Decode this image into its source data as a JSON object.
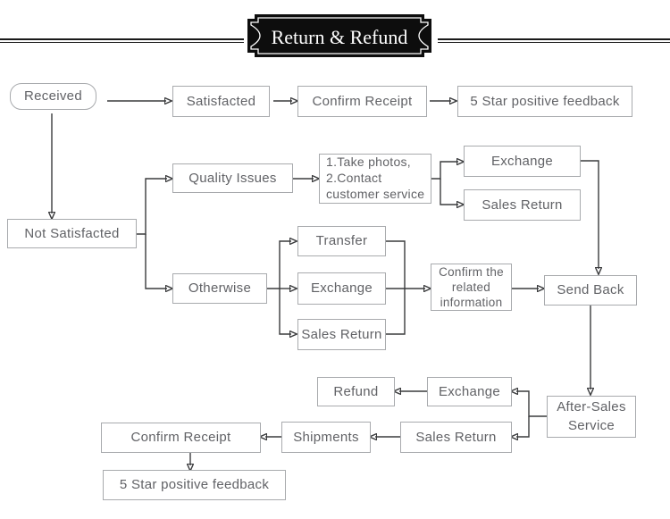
{
  "header": {
    "title": "Return & Refund"
  },
  "colors": {
    "box_border": "#a8aaad",
    "box_text": "#616266",
    "connector": "#3a3b3d",
    "banner_bg": "#0d0d0d",
    "banner_text": "#ffffff"
  },
  "nodes": {
    "received": {
      "label": "Received"
    },
    "satisfacted": {
      "label": "Satisfacted"
    },
    "confirm_receipt_top": {
      "label": "Confirm Receipt"
    },
    "five_star_top": {
      "label": "5 Star positive feedback"
    },
    "not_satisfacted": {
      "label": "Not Satisfacted"
    },
    "quality_issues": {
      "label": "Quality Issues"
    },
    "take_photos": {
      "line1": "1.Take photos,",
      "line2": "2.Contact",
      "line3": "customer service"
    },
    "exchange_quality": {
      "label": "Exchange"
    },
    "sales_return_quality": {
      "label": "Sales Return"
    },
    "otherwise": {
      "label": "Otherwise"
    },
    "transfer": {
      "label": "Transfer"
    },
    "exchange_otherwise": {
      "label": "Exchange"
    },
    "sales_return_otherwise": {
      "label": "Sales Return"
    },
    "confirm_info": {
      "line1": "Confirm the",
      "line2": "related",
      "line3": "information"
    },
    "send_back": {
      "label": "Send Back"
    },
    "after_sales": {
      "line1": "After-Sales",
      "line2": "Service"
    },
    "exchange_bottom": {
      "label": "Exchange"
    },
    "refund": {
      "label": "Refund"
    },
    "sales_return_bottom": {
      "label": "Sales Return"
    },
    "shipments": {
      "label": "Shipments"
    },
    "confirm_receipt_bottom": {
      "label": "Confirm Receipt"
    },
    "five_star_bottom": {
      "label": "5 Star positive feedback"
    }
  }
}
